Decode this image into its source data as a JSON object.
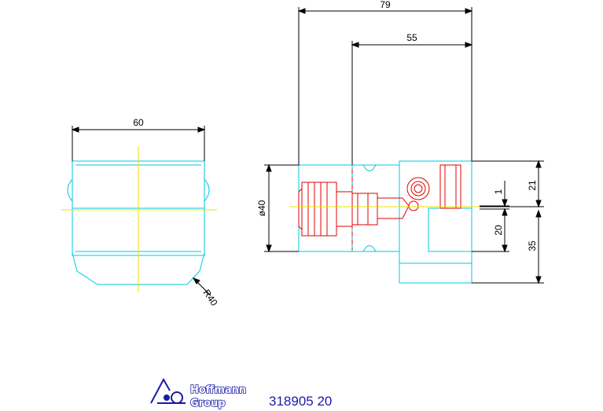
{
  "dimensions": {
    "side_width": "60",
    "side_radius": "R40",
    "overall_length": "79",
    "shank_length": "55",
    "diameter": "ø40",
    "height_upper": "21",
    "height_lower": "35",
    "offset_small": "1",
    "offset_20": "20"
  },
  "logo": {
    "line1": "Hoffmann",
    "line2": "Group"
  },
  "part_number": "318905 20",
  "colors": {
    "outline": "#00c8e0",
    "detail": "#e00000",
    "axis": "#f0e000",
    "dimension": "#000000",
    "brand": "#1a1aa8"
  }
}
